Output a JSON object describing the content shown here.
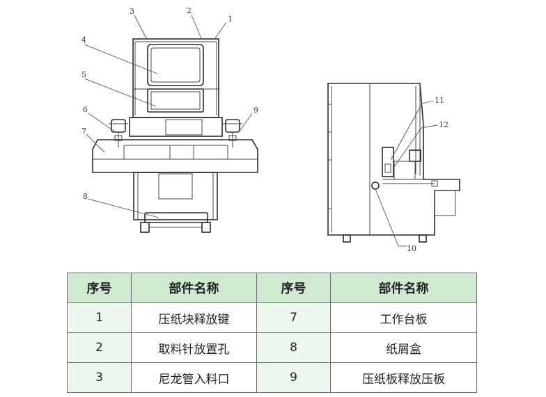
{
  "callouts": [
    "1",
    "2",
    "3",
    "4",
    "5",
    "6",
    "7",
    "8",
    "9",
    "10",
    "11",
    "12"
  ],
  "table": {
    "headers": [
      "序号",
      "部件名称",
      "序号",
      "部件名称"
    ],
    "rows": [
      [
        "1",
        "压纸块释放键",
        "7",
        "工作台板"
      ],
      [
        "2",
        "取料针放置孔",
        "8",
        "纸屑盒"
      ],
      [
        "3",
        "尼龙管入料口",
        "9",
        "压纸板释放压板"
      ]
    ]
  }
}
